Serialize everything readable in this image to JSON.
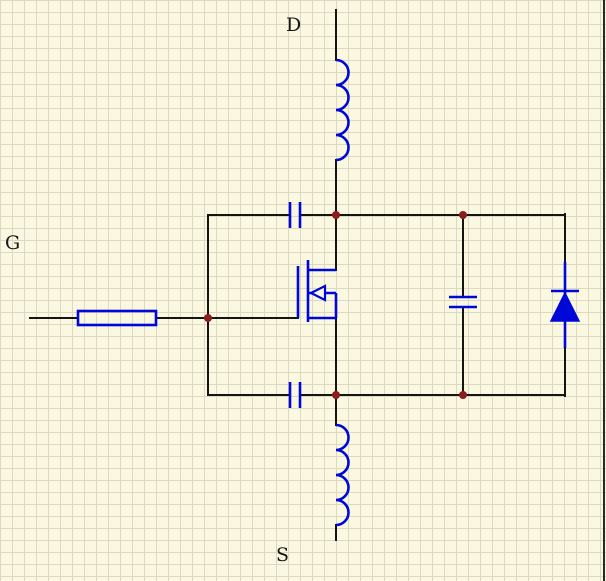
{
  "diagram": {
    "type": "circuit-schematic",
    "subject": "N-channel power MOSFET model with parasitic capacitances, body diode, gate resistor and drain/source lead inductors",
    "terminals": {
      "drain": "D",
      "gate": "G",
      "source": "S"
    },
    "components": [
      {
        "name": "drain-inductor",
        "kind": "inductor"
      },
      {
        "name": "gate-drain-capacitor",
        "kind": "capacitor"
      },
      {
        "name": "gate-resistor",
        "kind": "resistor"
      },
      {
        "name": "mosfet",
        "kind": "n-channel-mosfet"
      },
      {
        "name": "drain-source-capacitor",
        "kind": "capacitor"
      },
      {
        "name": "body-diode",
        "kind": "diode"
      },
      {
        "name": "gate-source-capacitor",
        "kind": "capacitor"
      },
      {
        "name": "source-inductor",
        "kind": "inductor"
      }
    ]
  },
  "colors": {
    "bg": "#fbf8e1",
    "grid": "#dcd8c2",
    "wire": "#141414",
    "component": "#0008d7",
    "junction": "#8b1d1d",
    "label": "#161616",
    "sheet-border": "#2a2a2a"
  }
}
